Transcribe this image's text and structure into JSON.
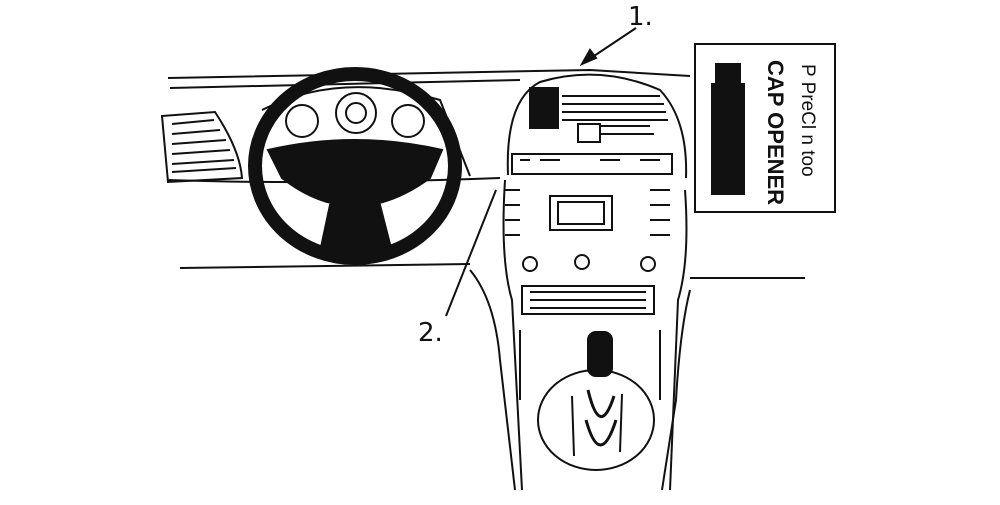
{
  "callouts": {
    "one": "1.",
    "two": "2."
  },
  "inset": {
    "title": "CAP OPENER",
    "brand": "P PreCl n too"
  },
  "colors": {
    "line": "#111111",
    "background": "#ffffff"
  }
}
